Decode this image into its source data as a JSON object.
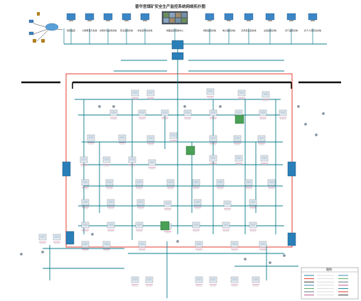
{
  "title": "晋华宫煤矿安全生产监控系统网络拓扑图",
  "top_labels": [
    "视频监控",
    "大屏幕显示系统",
    "水质水位监测系统",
    "安全监测系统",
    "综合自动化系统",
    "地面监控调度中心",
    "视频监控系统",
    "电力监控系统",
    "压风机监控系统",
    "主扇监控系统",
    "风门监控系统",
    "井下人员定位系统"
  ],
  "legend_title": "图例",
  "colors": {
    "fiber": "#0e7d8c",
    "ring": "#e2281c",
    "device_edge": "#5a6a78",
    "label_pink": "#d6337f",
    "switch": "#2a7fb8"
  }
}
